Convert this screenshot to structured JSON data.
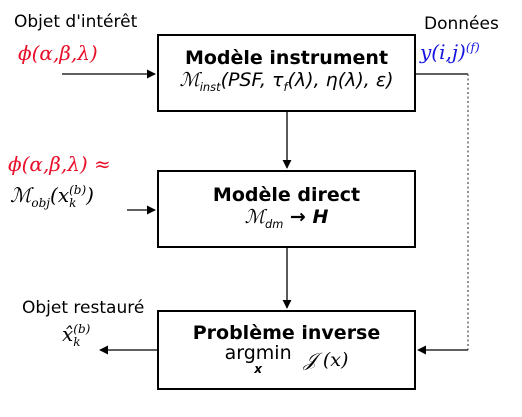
{
  "inputs": {
    "object_title": "Objet d'intérêt",
    "object_symbol": "ϕ(α,β,λ)",
    "approx_symbol": "ϕ(α,β,λ) ≈",
    "model_obj_prefix": "ℳ",
    "model_obj_sub": "obj",
    "model_obj_arg": "(x",
    "model_obj_arg_sub": "k",
    "model_obj_arg_sup": "(b)",
    "model_obj_close": ")"
  },
  "outputs": {
    "data_title": "Données",
    "data_symbol": "y(i,j)",
    "data_sup": "(f)",
    "restored_title": "Objet restauré",
    "restored_symbol": "x̂",
    "restored_sub": "k",
    "restored_sup": "(b)"
  },
  "boxes": {
    "instrument": {
      "title": "Modèle instrument",
      "formula_prefix": "ℳ",
      "formula_sub": "inst",
      "formula_args": "(PSF, τ",
      "formula_args_sub": "f",
      "formula_args_rest": "(λ), η(λ), ε)"
    },
    "direct": {
      "title": "Modèle direct",
      "formula_prefix": "ℳ",
      "formula_sub": "dm",
      "formula_rest": " → H"
    },
    "inverse": {
      "title": "Problème inverse",
      "argmin": "argmin",
      "argmin_below": "x",
      "criterion": "𝒥 (x)"
    }
  },
  "colors": {
    "red": "#e8102a",
    "blue": "#1515e0",
    "line": "#000000",
    "dotted": "#555555"
  }
}
